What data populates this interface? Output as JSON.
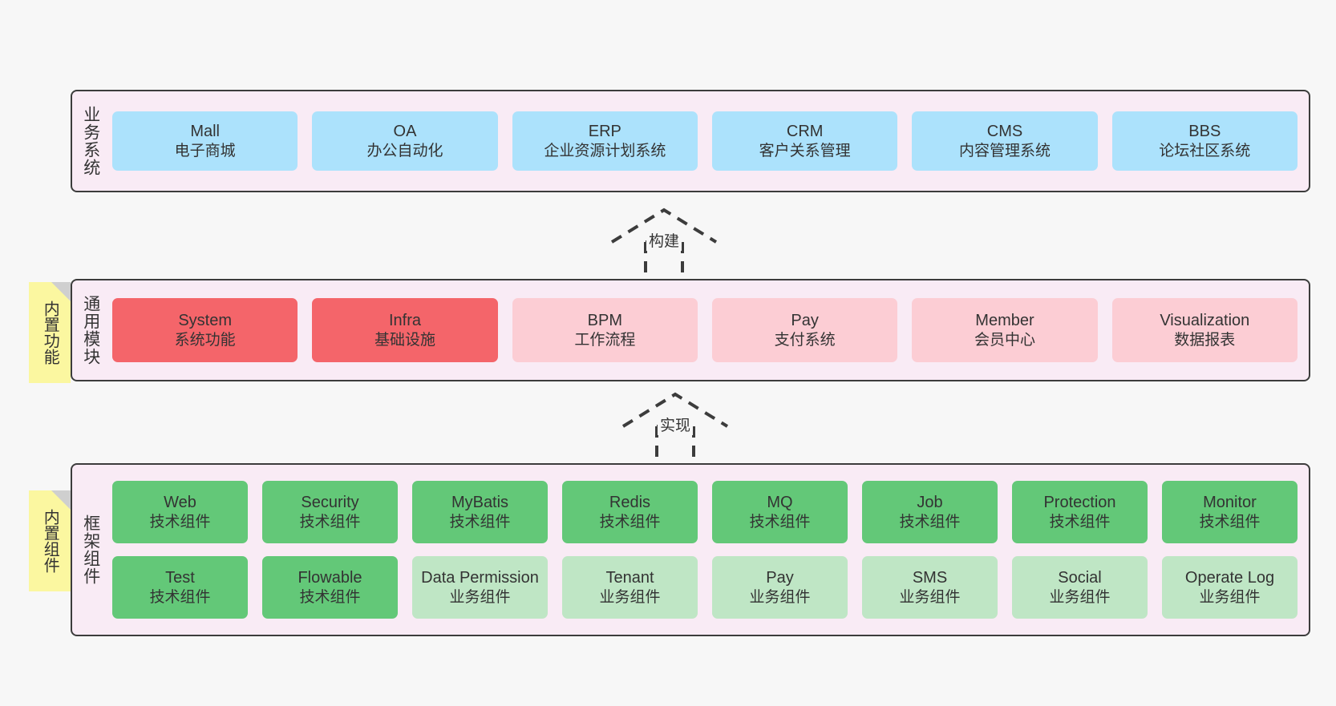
{
  "diagram": {
    "background_color": "#f7f7f7",
    "layer_fill": "#f9ebf5",
    "layer_border": "#3c3c3c"
  },
  "layers": [
    {
      "id": "business",
      "title": "业务系统",
      "card_color": "#ace2fc",
      "rows": [
        {
          "cards": [
            {
              "en": "Mall",
              "cn": "电子商城"
            },
            {
              "en": "OA",
              "cn": "办公自动化"
            },
            {
              "en": "ERP",
              "cn": "企业资源计划系统"
            },
            {
              "en": "CRM",
              "cn": "客户关系管理"
            },
            {
              "en": "CMS",
              "cn": "内容管理系统"
            },
            {
              "en": "BBS",
              "cn": "论坛社区系统"
            }
          ]
        }
      ]
    },
    {
      "id": "modules",
      "title": "通用模块",
      "sticky": "内置功能",
      "rows": [
        {
          "cards": [
            {
              "en": "System",
              "cn": "系统功能",
              "color": "#f4656a"
            },
            {
              "en": "Infra",
              "cn": "基础设施",
              "color": "#f4656a"
            },
            {
              "en": "BPM",
              "cn": "工作流程",
              "color": "#fccdd4"
            },
            {
              "en": "Pay",
              "cn": "支付系统",
              "color": "#fccdd4"
            },
            {
              "en": "Member",
              "cn": "会员中心",
              "color": "#fccdd4"
            },
            {
              "en": "Visualization",
              "cn": "数据报表",
              "color": "#fccdd4"
            }
          ]
        }
      ]
    },
    {
      "id": "framework",
      "title": "框架组件",
      "sticky": "内置组件",
      "rows": [
        {
          "cards": [
            {
              "en": "Web",
              "cn": "技术组件",
              "color": "#63c878"
            },
            {
              "en": "Security",
              "cn": "技术组件",
              "color": "#63c878"
            },
            {
              "en": "MyBatis",
              "cn": "技术组件",
              "color": "#63c878"
            },
            {
              "en": "Redis",
              "cn": "技术组件",
              "color": "#63c878"
            },
            {
              "en": "MQ",
              "cn": "技术组件",
              "color": "#63c878"
            },
            {
              "en": "Job",
              "cn": "技术组件",
              "color": "#63c878"
            },
            {
              "en": "Protection",
              "cn": "技术组件",
              "color": "#63c878"
            },
            {
              "en": "Monitor",
              "cn": "技术组件",
              "color": "#63c878"
            }
          ]
        },
        {
          "cards": [
            {
              "en": "Test",
              "cn": "技术组件",
              "color": "#63c878"
            },
            {
              "en": "Flowable",
              "cn": "技术组件",
              "color": "#63c878"
            },
            {
              "en": "Data Permission",
              "cn": "业务组件",
              "color": "#bfe6c5"
            },
            {
              "en": "Tenant",
              "cn": "业务组件",
              "color": "#bfe6c5"
            },
            {
              "en": "Pay",
              "cn": "业务组件",
              "color": "#bfe6c5"
            },
            {
              "en": "SMS",
              "cn": "业务组件",
              "color": "#bfe6c5"
            },
            {
              "en": "Social",
              "cn": "业务组件",
              "color": "#bfe6c5"
            },
            {
              "en": "Operate Log",
              "cn": "业务组件",
              "color": "#bfe6c5"
            }
          ]
        }
      ]
    }
  ],
  "connectors": [
    {
      "id": "build",
      "label": "构建",
      "style": "dashed-generalization"
    },
    {
      "id": "impl",
      "label": "实现",
      "style": "dashed-generalization"
    }
  ]
}
